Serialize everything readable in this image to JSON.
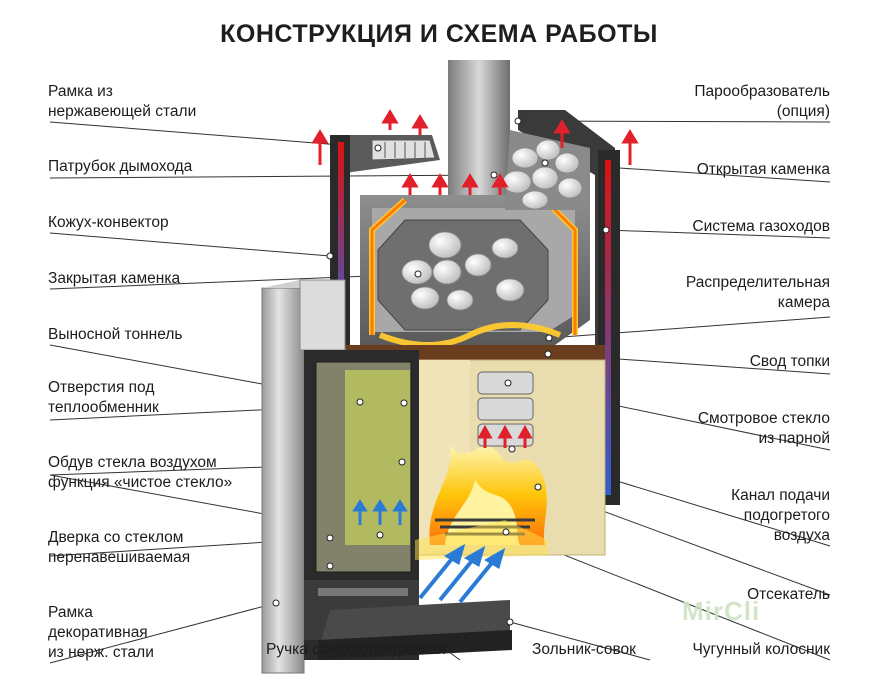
{
  "title": "КОНСТРУКЦИЯ И СХЕМА РАБОТЫ",
  "watermark": "MirCli",
  "labels_left": [
    {
      "key": "frame_steel",
      "lines": [
        "Рамка из",
        "нержавеющей стали"
      ]
    },
    {
      "key": "chimney_pipe",
      "lines": [
        "Патрубок дымохода"
      ]
    },
    {
      "key": "casing_convector",
      "lines": [
        "Кожух-конвектор"
      ]
    },
    {
      "key": "closed_stones",
      "lines": [
        "Закрытая каменка"
      ]
    },
    {
      "key": "tunnel",
      "lines": [
        "Выносной тоннель"
      ]
    },
    {
      "key": "heat_exchanger_holes",
      "lines": [
        "Отверстия под",
        "теплообменник"
      ]
    },
    {
      "key": "glass_blow",
      "lines": [
        "Обдув стекла воздухом",
        "функция «чистое стекло»"
      ]
    },
    {
      "key": "glass_door",
      "lines": [
        "Дверка со стеклом",
        "перенавешиваемая"
      ]
    },
    {
      "key": "deco_frame",
      "lines": [
        "Рамка",
        "декоративная",
        "из нерж. стали"
      ]
    }
  ],
  "labels_right": [
    {
      "key": "steam_gen",
      "lines": [
        "Парообразователь",
        "(опция)"
      ]
    },
    {
      "key": "open_stones",
      "lines": [
        "Открытая каменка"
      ]
    },
    {
      "key": "gas_ducts",
      "lines": [
        "Система газоходов"
      ]
    },
    {
      "key": "distribution",
      "lines": [
        "Распределительная",
        "камера"
      ]
    },
    {
      "key": "firebox_vault",
      "lines": [
        "Свод топки"
      ]
    },
    {
      "key": "view_glass",
      "lines": [
        "Смотровое стекло",
        "из парной"
      ]
    },
    {
      "key": "air_channel",
      "lines": [
        "Канал подачи",
        "подогретого",
        "воздуха"
      ]
    },
    {
      "key": "cutoff",
      "lines": [
        "Отсекатель"
      ]
    },
    {
      "key": "grate",
      "lines": [
        "Чугунный колосник"
      ]
    }
  ],
  "labels_bottom": [
    {
      "key": "handle",
      "lines": [
        "Ручка самоохлаждаемая"
      ]
    },
    {
      "key": "ash_pan",
      "lines": [
        "Зольник-совок"
      ]
    }
  ]
}
